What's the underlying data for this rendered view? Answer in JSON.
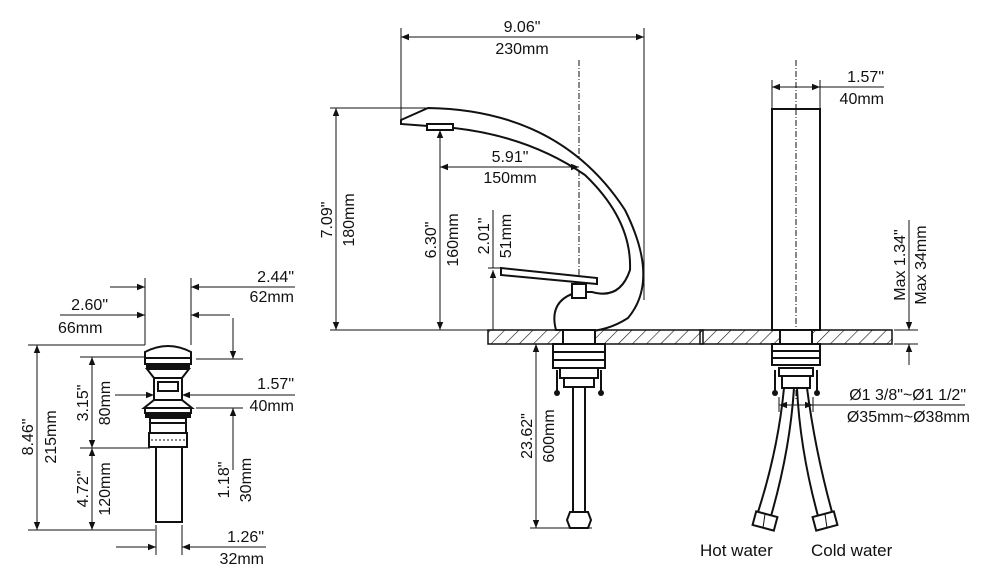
{
  "title": "Bathroom faucet and drain dimension drawing",
  "drain": {
    "width_top": {
      "in": "2.44\"",
      "mm": "62mm"
    },
    "width_cap": {
      "in": "2.60\"",
      "mm": "66mm"
    },
    "body_width": {
      "in": "1.57\"",
      "mm": "40mm"
    },
    "overall_height": {
      "in": "8.46\"",
      "mm": "215mm"
    },
    "upper_height": {
      "in": "3.15\"",
      "mm": "80mm"
    },
    "lower_height": {
      "in": "4.72\"",
      "mm": "120mm"
    },
    "thread_height": {
      "in": "1.18\"",
      "mm": "30mm"
    },
    "pipe_width": {
      "in": "1.26\"",
      "mm": "32mm"
    }
  },
  "faucet_side": {
    "reach_total": {
      "in": "9.06\"",
      "mm": "230mm"
    },
    "spout_reach": {
      "in": "5.91\"",
      "mm": "150mm"
    },
    "overall_height": {
      "in": "7.09\"",
      "mm": "180mm"
    },
    "spout_height": {
      "in": "6.30\"",
      "mm": "160mm"
    },
    "handle_height": {
      "in": "2.01\"",
      "mm": "51mm"
    },
    "hose_length": {
      "in": "23.62\"",
      "mm": "600mm"
    }
  },
  "faucet_front": {
    "body_width": {
      "in": "1.57\"",
      "mm": "40mm"
    },
    "deck_thickness": {
      "in": "Max 1.34\"",
      "mm": "Max 34mm"
    },
    "hole_diameter": {
      "in": "Ø1 3/8\"~Ø1 1/2\"",
      "mm": "Ø35mm~Ø38mm"
    },
    "hot_label": "Hot water",
    "cold_label": "Cold water"
  }
}
